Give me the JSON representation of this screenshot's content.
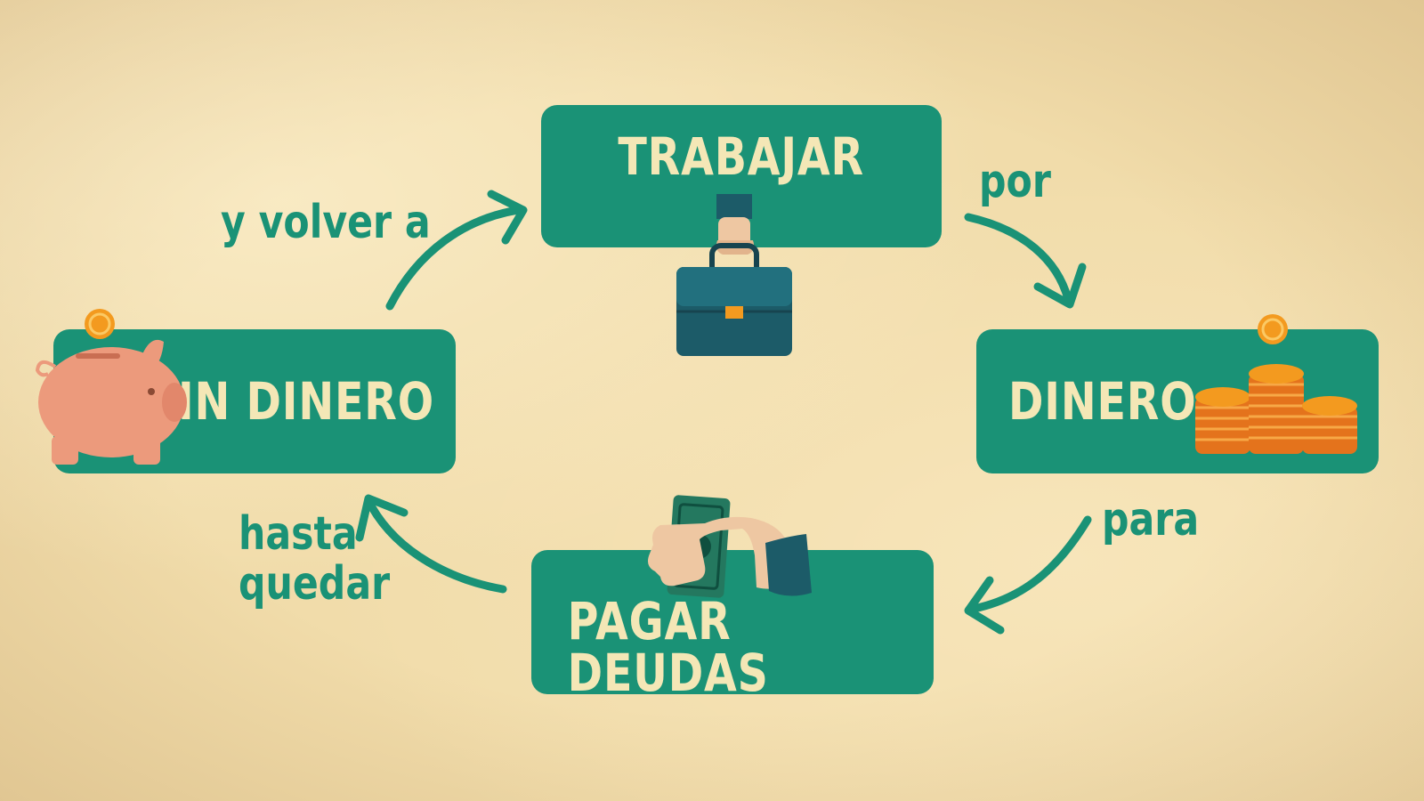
{
  "diagram": {
    "nodes": {
      "trabajar": "TRABAJAR",
      "dinero": "DINERO",
      "pagar_deudas": "PAGAR DEUDAS",
      "sin_dinero": "SIN DINERO"
    },
    "connectors": {
      "por": "por",
      "para": "para",
      "hasta_quedar": [
        "hasta",
        "quedar"
      ],
      "y_volver_a": "y volver a"
    },
    "colors": {
      "box": "#1a9276",
      "box_text": "#f4e7b6",
      "arrow": "#1a9276",
      "background": "#f1dcaa",
      "piggy": "#ec9a7c",
      "coin": "#f39a1f",
      "briefcase": "#1c5b68"
    },
    "icons": [
      "briefcase-icon",
      "coin-stack-icon",
      "money-hand-icon",
      "piggy-bank-icon"
    ]
  }
}
